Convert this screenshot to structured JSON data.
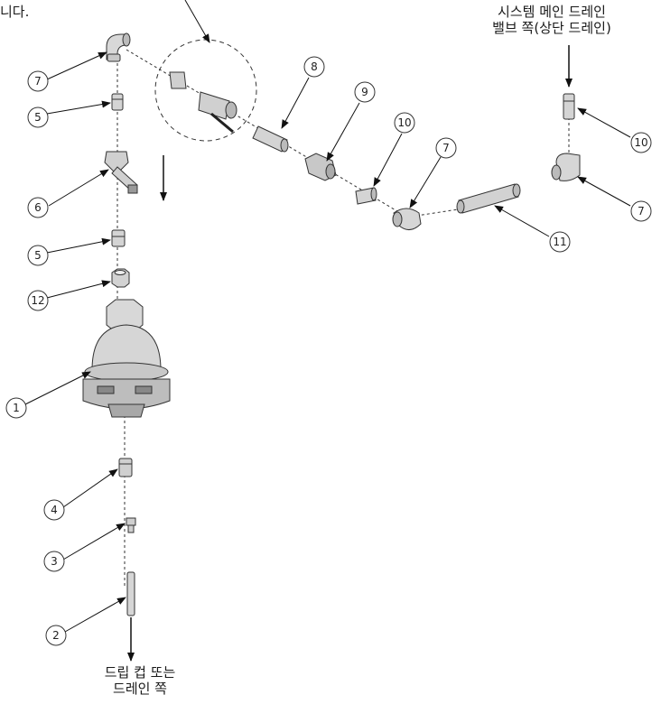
{
  "captions": {
    "top_fragment": "니다.",
    "drain_line1": "시스템 메인 드레인",
    "drain_line2": "밸브 쪽(상단 드레인)",
    "drip_line1": "드립 컵 또는",
    "drip_line2": "드레인 쪽"
  },
  "callouts": {
    "c7_elbow_top": "7",
    "c5_upper": "5",
    "c6_strainer": "6",
    "c5_lower": "5",
    "c12_bushing": "12",
    "c1_valve": "1",
    "c4_reducer": "4",
    "c3_orifice": "3",
    "c2_tube": "2",
    "c8_nipple": "8",
    "c9_union": "9",
    "c10_middle": "10",
    "c7_middle": "7",
    "c11_long_nipple": "11",
    "c10_right": "10",
    "c7_right": "7"
  }
}
